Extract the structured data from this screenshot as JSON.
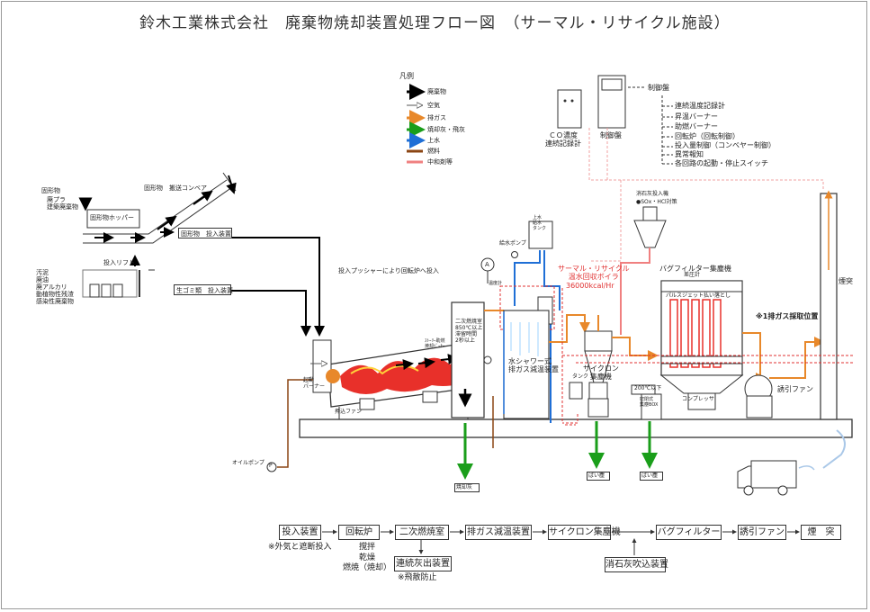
{
  "title": "鈴木工業株式会社　廃棄物焼却装置処理フロー図　（サーマル・リサイクル施設）",
  "legend": {
    "header": "凡例",
    "items": [
      {
        "label": "廃棄物",
        "color": "#000000"
      },
      {
        "label": "空気",
        "color": "#ffffff"
      },
      {
        "label": "排ガス",
        "color": "#e8882a"
      },
      {
        "label": "焼却灰・飛灰",
        "color": "#1a9e1a"
      },
      {
        "label": "上水",
        "color": "#1f6fd6"
      },
      {
        "label": "燃料",
        "color": "#8b4513"
      },
      {
        "label": "中和剤等",
        "color": "#f08080"
      }
    ]
  },
  "control": {
    "co_meter": "ＣＯ濃度\n連続記録計",
    "panel_label": "制御盤",
    "panel_header": "制御盤",
    "functions": [
      "連続温度記録計",
      "昇温バーナー",
      "助燃バーナー",
      "回転炉（回転制御）",
      "投入量制御（コンベヤー制御）",
      "異常報知",
      "各回路の起動・停止スイッチ"
    ]
  },
  "equipment": {
    "solid_waste": "固形物",
    "solid_types": "廃プラ\n建築廃棄物",
    "conveyor": "固形物　搬送コンベア",
    "hopper": "固形物ホッパー",
    "solid_feeder": "固形物　投入装置",
    "lift": "投入リフト",
    "other_waste": "汚泥\n廃油\n廃アルカリ\n動植物性残渣\n感染性廃棄物",
    "garbage_feeder": "生ゴミ類　投入装置",
    "pusher_note": "投入プッシャーにより回転炉へ投入",
    "startup_burner": "起動\nバーナー",
    "push_fan": "押込ファン",
    "oil_pump": "オイルポンプ",
    "ash": "焼却灰",
    "secondary_chamber": "二次燃焼室\n850℃以上\n滞留時間\n2秒以上",
    "aux_burner": "ｽﾄｰﾘｰ助燃\n焼却ﾊﾞｰﾅｰ",
    "temp_gauge": "温度計",
    "feed_pump": "給水ポンプ",
    "water_tank": "上水\n給水\nタンク",
    "boiler_title": "サーマル・リサイクル\n温水回収ボイラ",
    "boiler_capacity": "36000kcal/Hr",
    "gas_cooler": "水シャワー式\n排ガス減温装置",
    "cyclone": "サイクロン\n集塵機",
    "tank": "タンク",
    "dust1": "ばい塵",
    "dust2": "ばい塵",
    "lime_feeder": "消石灰投入機",
    "lime_note": "●SOx・HCl対策",
    "bagfilter": "バグフィルター集塵機",
    "pulse": "パルスジェット払い落とし",
    "diff_gauge": "差圧計",
    "compressor": "コンプレッサ",
    "temp_200": "200℃以下",
    "sealed_box": "密閉式\n集塵BOX",
    "induced_fan": "誘引ファン",
    "stack": "煙突",
    "sample_point": "※1排ガス採取位置",
    "a_mark": "A",
    "circle_mark": "P"
  },
  "flow": {
    "steps": [
      "投入装置",
      "回転炉",
      "二次燃焼室",
      "排ガス減温装置",
      "サイクロン集塵機",
      "バグフィルター",
      "誘引ファン",
      "煙　突"
    ],
    "note_input": "※外気と遮断投入",
    "rotary_notes": "撹拌\n乾燥\n燃焼（焼却）",
    "ash_box": "連続灰出装置",
    "ash_note": "※飛散防止",
    "lime_box": "消石灰吹込装置"
  }
}
